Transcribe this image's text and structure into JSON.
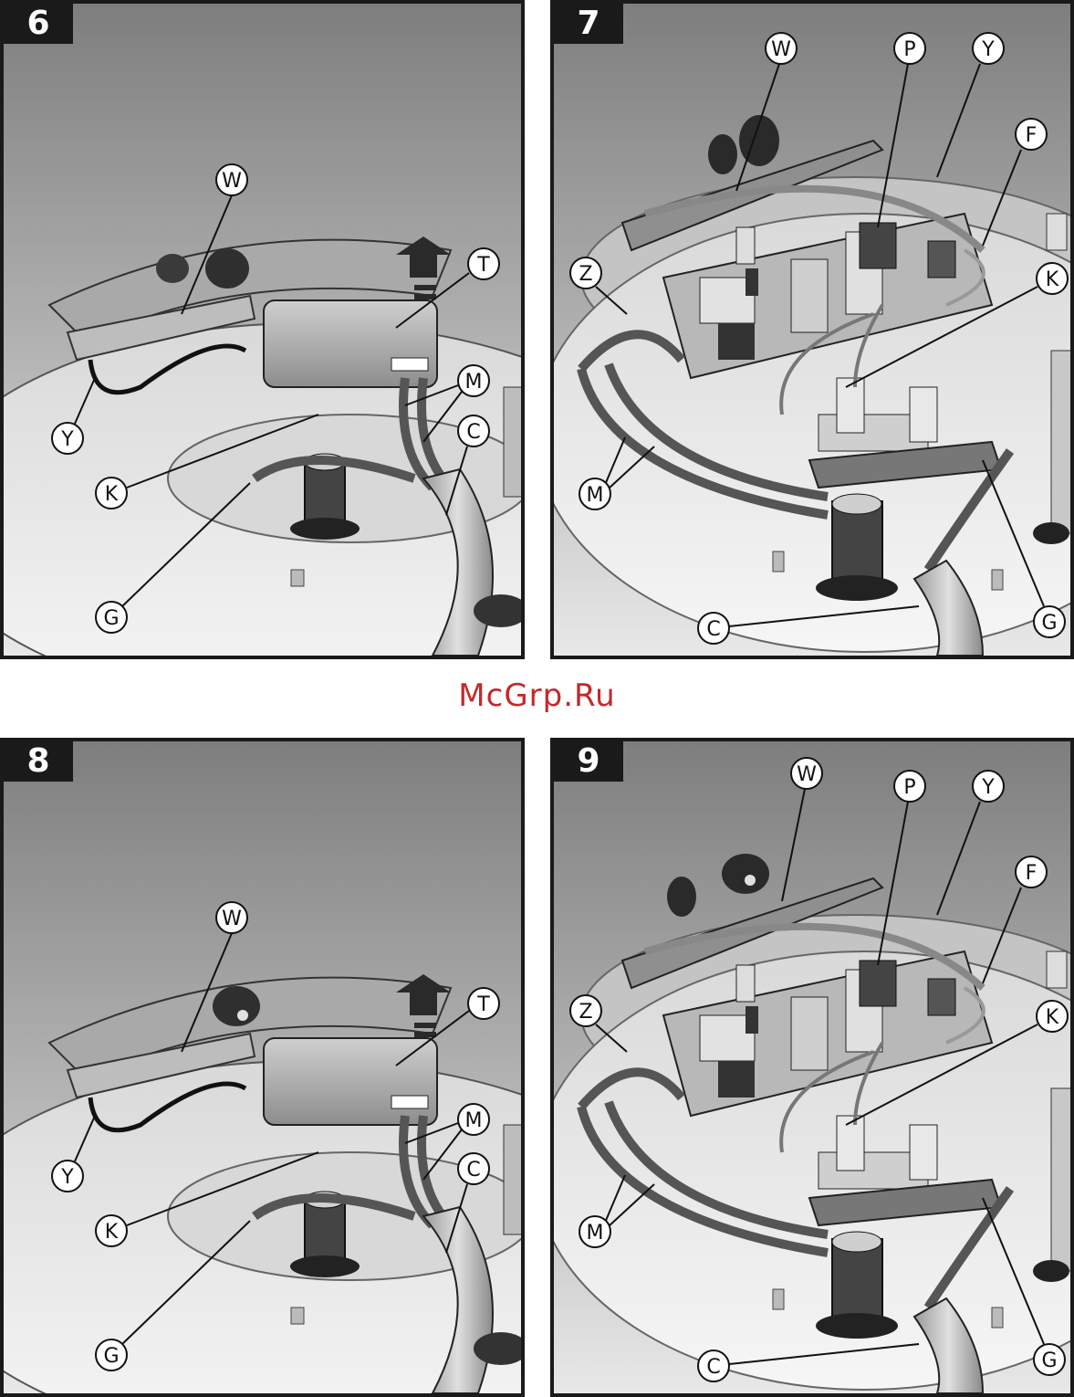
{
  "watermark": "McGrp.Ru",
  "colors": {
    "frame": "#1a1a1a",
    "watermark": "#c62828",
    "background_top": "#8a8a8a",
    "background_bottom": "#f2f2f2"
  },
  "panels": [
    {
      "number": "6",
      "labels": {
        "W": "W",
        "T": "T",
        "M": "M",
        "C": "C",
        "Y": "Y",
        "K": "K",
        "G": "G"
      }
    },
    {
      "number": "7",
      "labels": {
        "W": "W",
        "P": "P",
        "Y": "Y",
        "F": "F",
        "Z": "Z",
        "K": "K",
        "M": "M",
        "C": "C",
        "G": "G"
      }
    },
    {
      "number": "8",
      "labels": {
        "W": "W",
        "T": "T",
        "M": "M",
        "C": "C",
        "Y": "Y",
        "K": "K",
        "G": "G"
      }
    },
    {
      "number": "9",
      "labels": {
        "W": "W",
        "P": "P",
        "Y": "Y",
        "F": "F",
        "Z": "Z",
        "K": "K",
        "M": "M",
        "C": "C",
        "G": "G"
      }
    }
  ]
}
